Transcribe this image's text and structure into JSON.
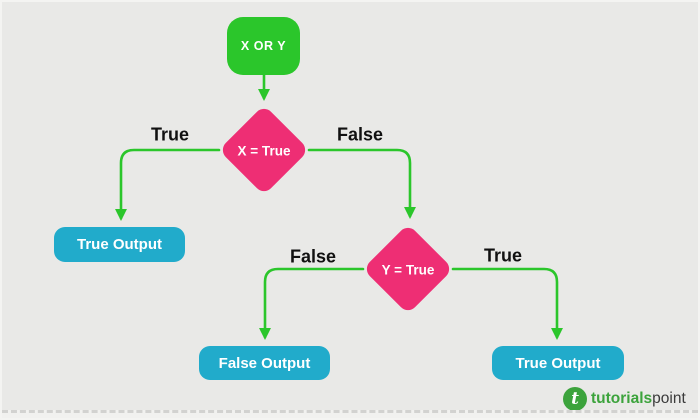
{
  "diagram": {
    "title_hint": "XOR decision flowchart",
    "nodes": [
      {
        "id": "start",
        "type": "process",
        "label": "X OR Y",
        "color": "#2bc62b"
      },
      {
        "id": "d1",
        "type": "decision",
        "label": "X = True",
        "color": "#ee2e74"
      },
      {
        "id": "d2",
        "type": "decision",
        "label": "Y = True",
        "color": "#ee2e74"
      },
      {
        "id": "o1",
        "type": "output",
        "label": "True Output",
        "color": "#21abcb"
      },
      {
        "id": "o2",
        "type": "output",
        "label": "False Output",
        "color": "#21abcb"
      },
      {
        "id": "o3",
        "type": "output",
        "label": "True Output",
        "color": "#21abcb"
      }
    ],
    "edges": [
      {
        "from": "start",
        "to": "d1",
        "label": ""
      },
      {
        "from": "d1",
        "to": "o1",
        "label": "True"
      },
      {
        "from": "d1",
        "to": "d2",
        "label": "False"
      },
      {
        "from": "d2",
        "to": "o2",
        "label": "False"
      },
      {
        "from": "d2",
        "to": "o3",
        "label": "True"
      }
    ],
    "connector_color": "#2bc62b"
  },
  "colors": {
    "background": "#e9e9e7",
    "process_green": "#2bc62b",
    "decision_pink": "#ee2e74",
    "output_cyan": "#21abcb",
    "edge_label_black": "#111111",
    "logo_green": "#3ca33c",
    "logo_dark": "#3b3b3b"
  },
  "footer": {
    "logo_icon": "tutorialspoint-logo-icon",
    "logo_icon_glyph": "t",
    "brand_bold": "tutorials",
    "brand_light": "point"
  }
}
